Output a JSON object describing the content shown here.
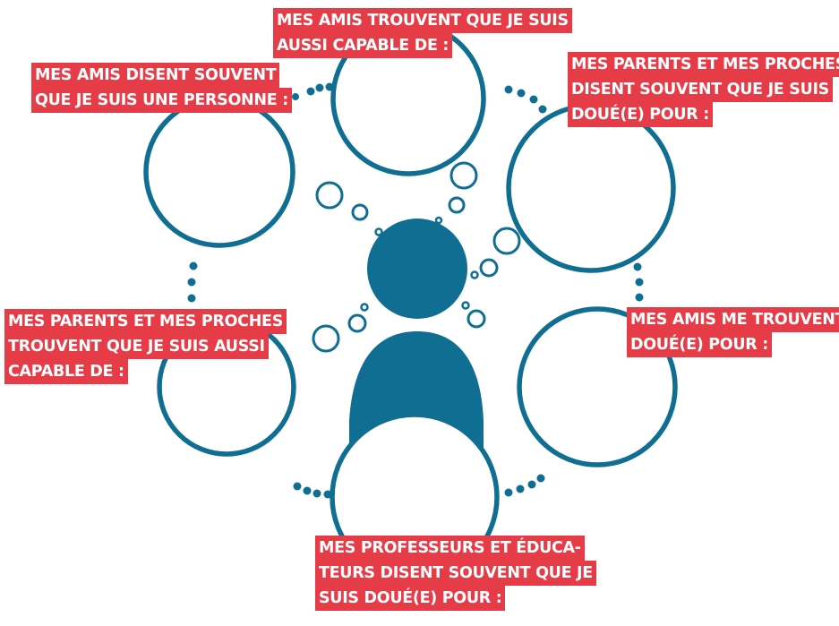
{
  "colors": {
    "accent": "#e63c48",
    "primary": "#0f6e92",
    "background": "#ffffff",
    "label_text": "#ffffff"
  },
  "icons": {
    "center": "person-icon",
    "bubbles": "thought-circle"
  },
  "labels": {
    "top": {
      "lines": [
        "Mes amis trouvent que je suis",
        "aussi capable de :"
      ]
    },
    "top_left": {
      "lines": [
        "Mes amis disent souvent",
        "que je suis une personne :"
      ]
    },
    "top_right": {
      "lines": [
        "Mes parents et mes proches",
        "disent souvent que je suis",
        "doué(e) pour :"
      ]
    },
    "left": {
      "lines": [
        "Mes parents et mes proches",
        "trouvent que je suis aussi",
        "capable de :"
      ]
    },
    "right": {
      "lines": [
        "Mes amis me trouvent",
        "doué(e) pour :"
      ]
    },
    "bottom": {
      "lines": [
        "Mes professeurs et éduca-",
        "teurs disent souvent que je",
        "suis doué(e) pour :"
      ]
    }
  }
}
